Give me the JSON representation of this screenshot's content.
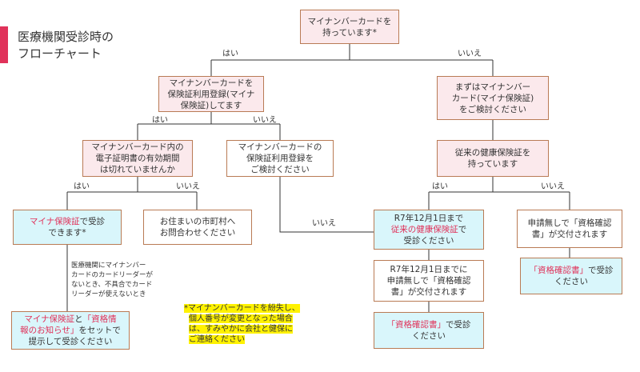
{
  "title": {
    "line1": "医療機関受診時の",
    "line2": "フローチャート"
  },
  "boxes": {
    "start": {
      "line1": "マイナンバーカードを",
      "line2": "持っています*"
    },
    "registered": {
      "line1": "マイナンバーカードを",
      "line2": "保険証利用登録(マイナ",
      "line3": "保険証)してます"
    },
    "consider_card": {
      "line1": "まずはマイナンバー",
      "line2": "カード(マイナ保険証)",
      "line3": "をご検討ください"
    },
    "cert_valid": {
      "line1": "マイナンバーカード内の",
      "line2": "電子証明書の有効期間",
      "line3": "は切れていませんか"
    },
    "consider_register": {
      "line1": "マイナンバーカードの",
      "line2": "保険証利用登録を",
      "line3": "ご検討ください"
    },
    "old_card": {
      "line1": "従来の健康保険証を",
      "line2": "持っています"
    },
    "use_myna": {
      "a": "マイナ保険証",
      "b": "で受診",
      "line2": "できます*"
    },
    "ask_city": {
      "line1": "お住まいの市町村へ",
      "line2": "お問合わせください"
    },
    "until_r7": {
      "line1": "R7年12月1日まで",
      "line2": "従来の健康保険証",
      "line2b": "で",
      "line3": "受診ください"
    },
    "no_app": {
      "line1": "申請無しで「資格確認",
      "line2": "書」が交付されます"
    },
    "r7_issued": {
      "line1": "R7年12月1日までに",
      "line2": "申請無しで「資格確認",
      "line3": "書」が交付されます"
    },
    "shikaku_right": {
      "a": "「資格確認書」",
      "b": "で受診",
      "line2": "ください"
    },
    "shikaku_mid": {
      "a": "「資格確認書」",
      "b": "で受診",
      "line2": "ください"
    },
    "myna_notice": {
      "a": "マイナ保険証",
      "b": "と",
      "c": "「資格情",
      "d": "報のお知らせ」",
      "e": "をセットで",
      "line3": "提示して受診ください"
    }
  },
  "labels": {
    "yes": "はい",
    "no": "いいえ"
  },
  "note": {
    "line1": "医療機関にマイナンバー",
    "line2": "カードのカードリーダーが",
    "line3": "ないとき、不具合でカード",
    "line4": "リーダーが使えないとき"
  },
  "footnote": {
    "line1": "*マイナンバーカードを紛失し、",
    "line2": "個人番号が変更となった場合",
    "line3": "は、すみやかに会社と健保に",
    "line4": "ご連絡ください"
  },
  "colors": {
    "accent": "#e0325a",
    "pink_box": "#fbe9ec",
    "cyan_box": "#d9f6fb",
    "border": "#b97b55",
    "highlight": "#fff200",
    "line": "#333333"
  }
}
